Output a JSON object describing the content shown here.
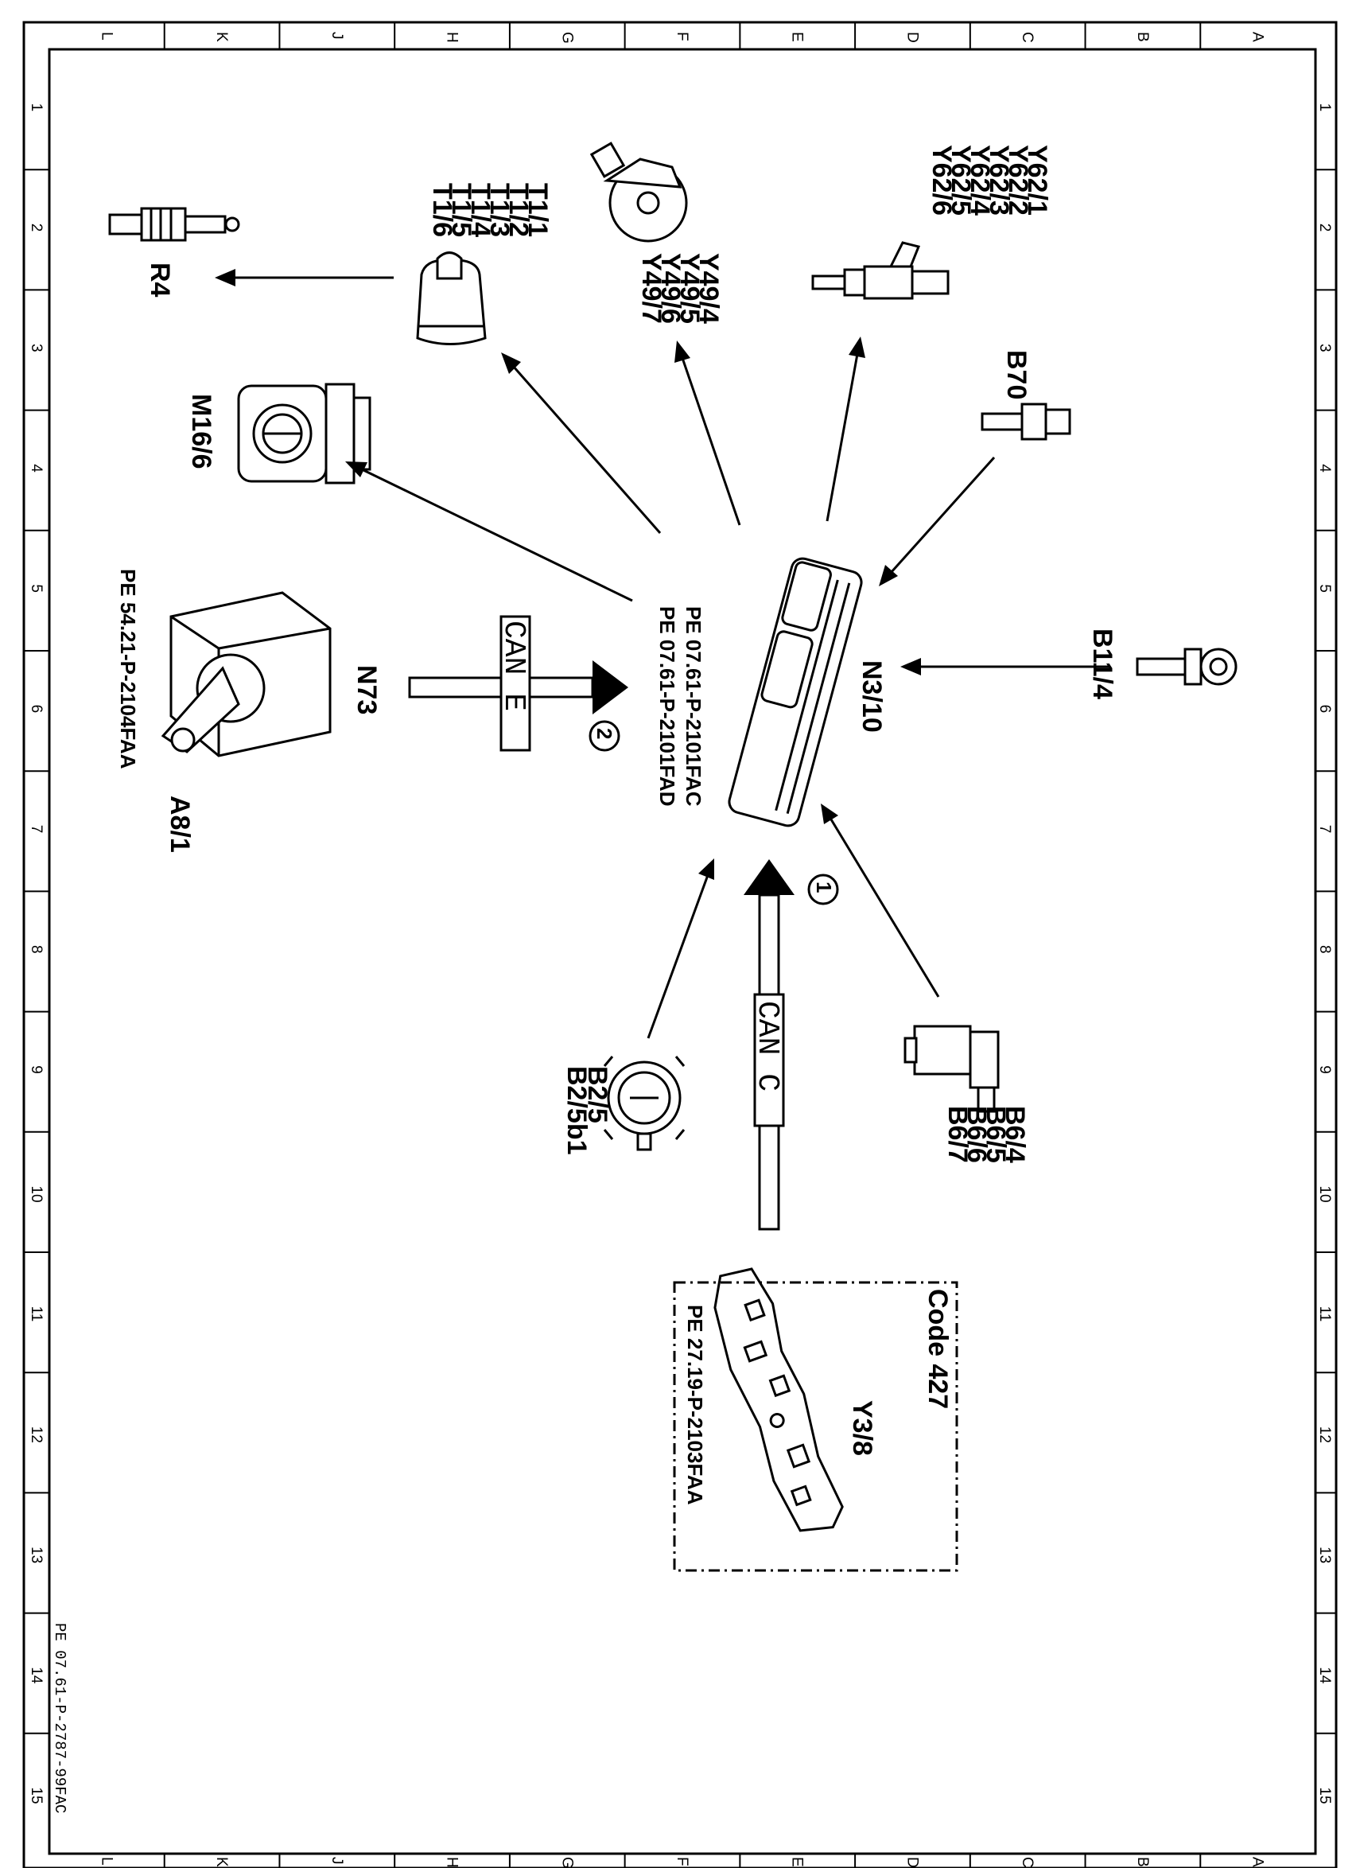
{
  "frame": {
    "columns": [
      "L",
      "K",
      "J",
      "H",
      "G",
      "F",
      "E",
      "D",
      "C",
      "B",
      "A"
    ],
    "rows": [
      "1",
      "2",
      "3",
      "4",
      "5",
      "6",
      "7",
      "8",
      "9",
      "10",
      "11",
      "12",
      "13",
      "14",
      "15"
    ]
  },
  "document_id": "PE 07.61-P-2787-99FAC",
  "control_unit": {
    "label": "N3/10",
    "refs": [
      "PE  07.61-P-2101FAC",
      "PE  07.61-P-2101FAD"
    ]
  },
  "components": {
    "r4": "R4",
    "t1": [
      "T1/1",
      "T1/2",
      "T1/3",
      "T1/4",
      "T1/5",
      "T1/6"
    ],
    "y49": [
      "Y49/4",
      "Y49/5",
      "Y49/6",
      "Y49/7"
    ],
    "y62": [
      "Y62/1",
      "Y62/2",
      "Y62/3",
      "Y62/4",
      "Y62/5",
      "Y62/6"
    ],
    "b70": "B70",
    "m16": "M16/6",
    "b11": "B11/4",
    "n73": "N73",
    "a8": "A8/1",
    "n73_ref": "PE  54.21-P-2104FAA",
    "b2": [
      "B2/5",
      "B2/5b1"
    ],
    "b6": [
      "B6/4",
      "B6/5",
      "B6/6",
      "B6/7"
    ]
  },
  "buses": {
    "can_e": {
      "label": "CAN E",
      "number": "2"
    },
    "can_c": {
      "label": "CAN C",
      "number": "1"
    }
  },
  "code_box": {
    "title": "Code 427",
    "label": "Y3/8",
    "ref": "PE  27.19-P-2103FAA"
  }
}
